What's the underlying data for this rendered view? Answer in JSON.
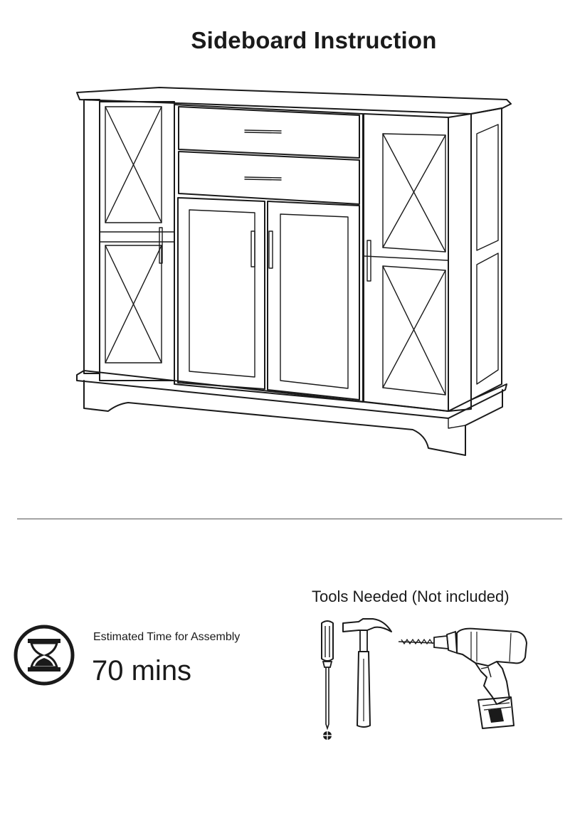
{
  "header": {
    "title": "Sideboard Instruction"
  },
  "assembly": {
    "time_label": "Estimated Time for Assembly",
    "time_value": "70 mins"
  },
  "tools": {
    "heading": "Tools Needed (Not included)"
  },
  "icons": {
    "sideboard": "sideboard-illustration",
    "timer": "hourglass-icon",
    "screwdriver": "phillips-screwdriver-icon",
    "hammer": "hammer-icon",
    "drill": "cordless-drill-icon"
  }
}
